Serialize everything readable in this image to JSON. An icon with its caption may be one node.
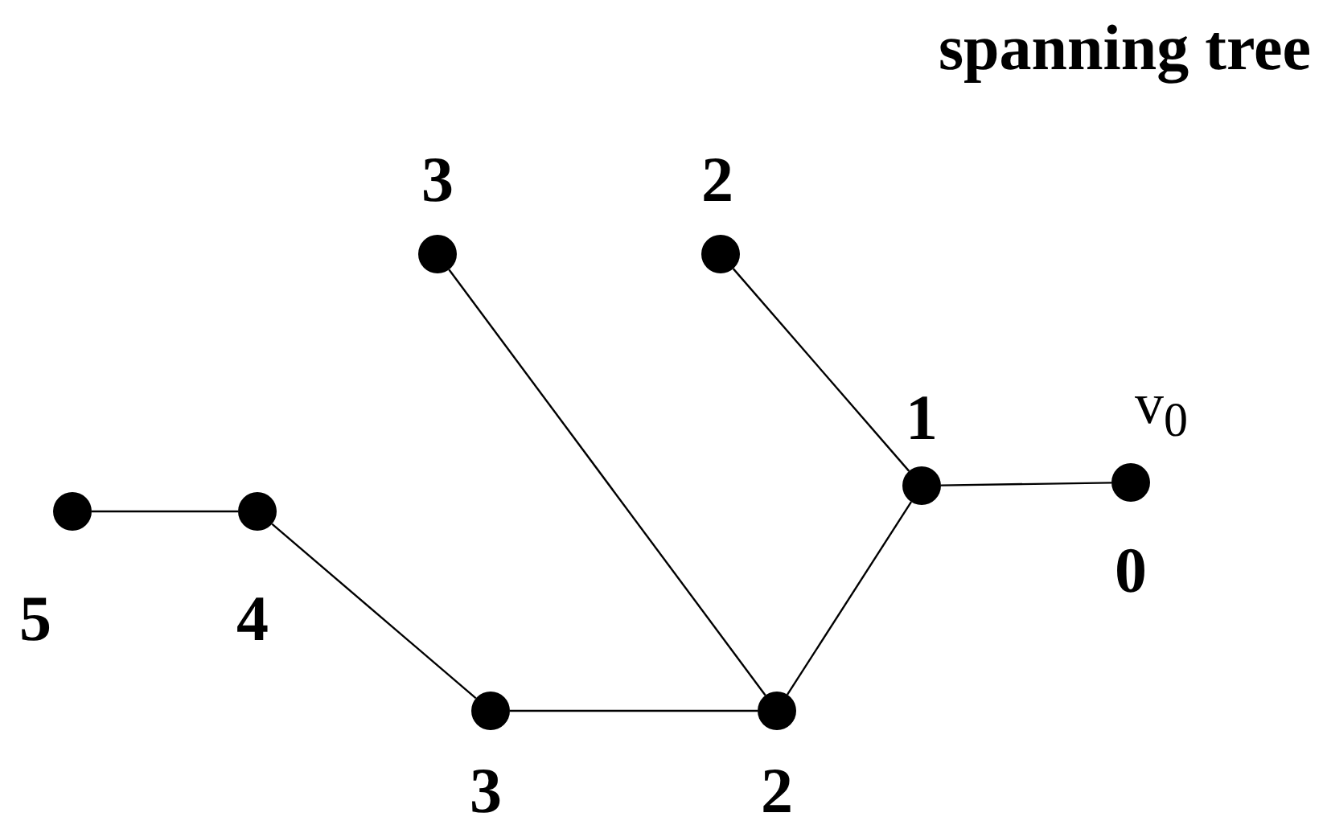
{
  "diagram": {
    "title": "spanning tree",
    "nodes": [
      {
        "text": [],
        "shape": "circle",
        "beside": [
          "3"
        ]
      },
      {
        "text": [],
        "shape": "circle",
        "beside": [
          "2"
        ]
      },
      {
        "text": [],
        "shape": "circle",
        "beside": [
          "1"
        ]
      },
      {
        "text": [],
        "shape": "circle",
        "beside": [
          "v$_{0}$",
          "0"
        ]
      },
      {
        "text": [],
        "shape": "circle",
        "beside": [
          "5"
        ]
      },
      {
        "text": [],
        "shape": "circle",
        "beside": [
          "4"
        ]
      },
      {
        "text": [],
        "shape": "circle",
        "beside": [
          "3"
        ]
      },
      {
        "text": [],
        "shape": "circle",
        "beside": [
          "2"
        ]
      }
    ],
    "edges": [
      {
        "from": 4,
        "to": 5,
        "arrow": "none"
      },
      {
        "from": 5,
        "to": 6,
        "arrow": "none"
      },
      {
        "from": 6,
        "to": 7,
        "arrow": "none"
      },
      {
        "from": 7,
        "to": 0,
        "arrow": "none"
      },
      {
        "from": 7,
        "to": 2,
        "arrow": "none"
      },
      {
        "from": 2,
        "to": 1,
        "arrow": "none"
      },
      {
        "from": 2,
        "to": 3,
        "arrow": "none"
      }
    ]
  }
}
